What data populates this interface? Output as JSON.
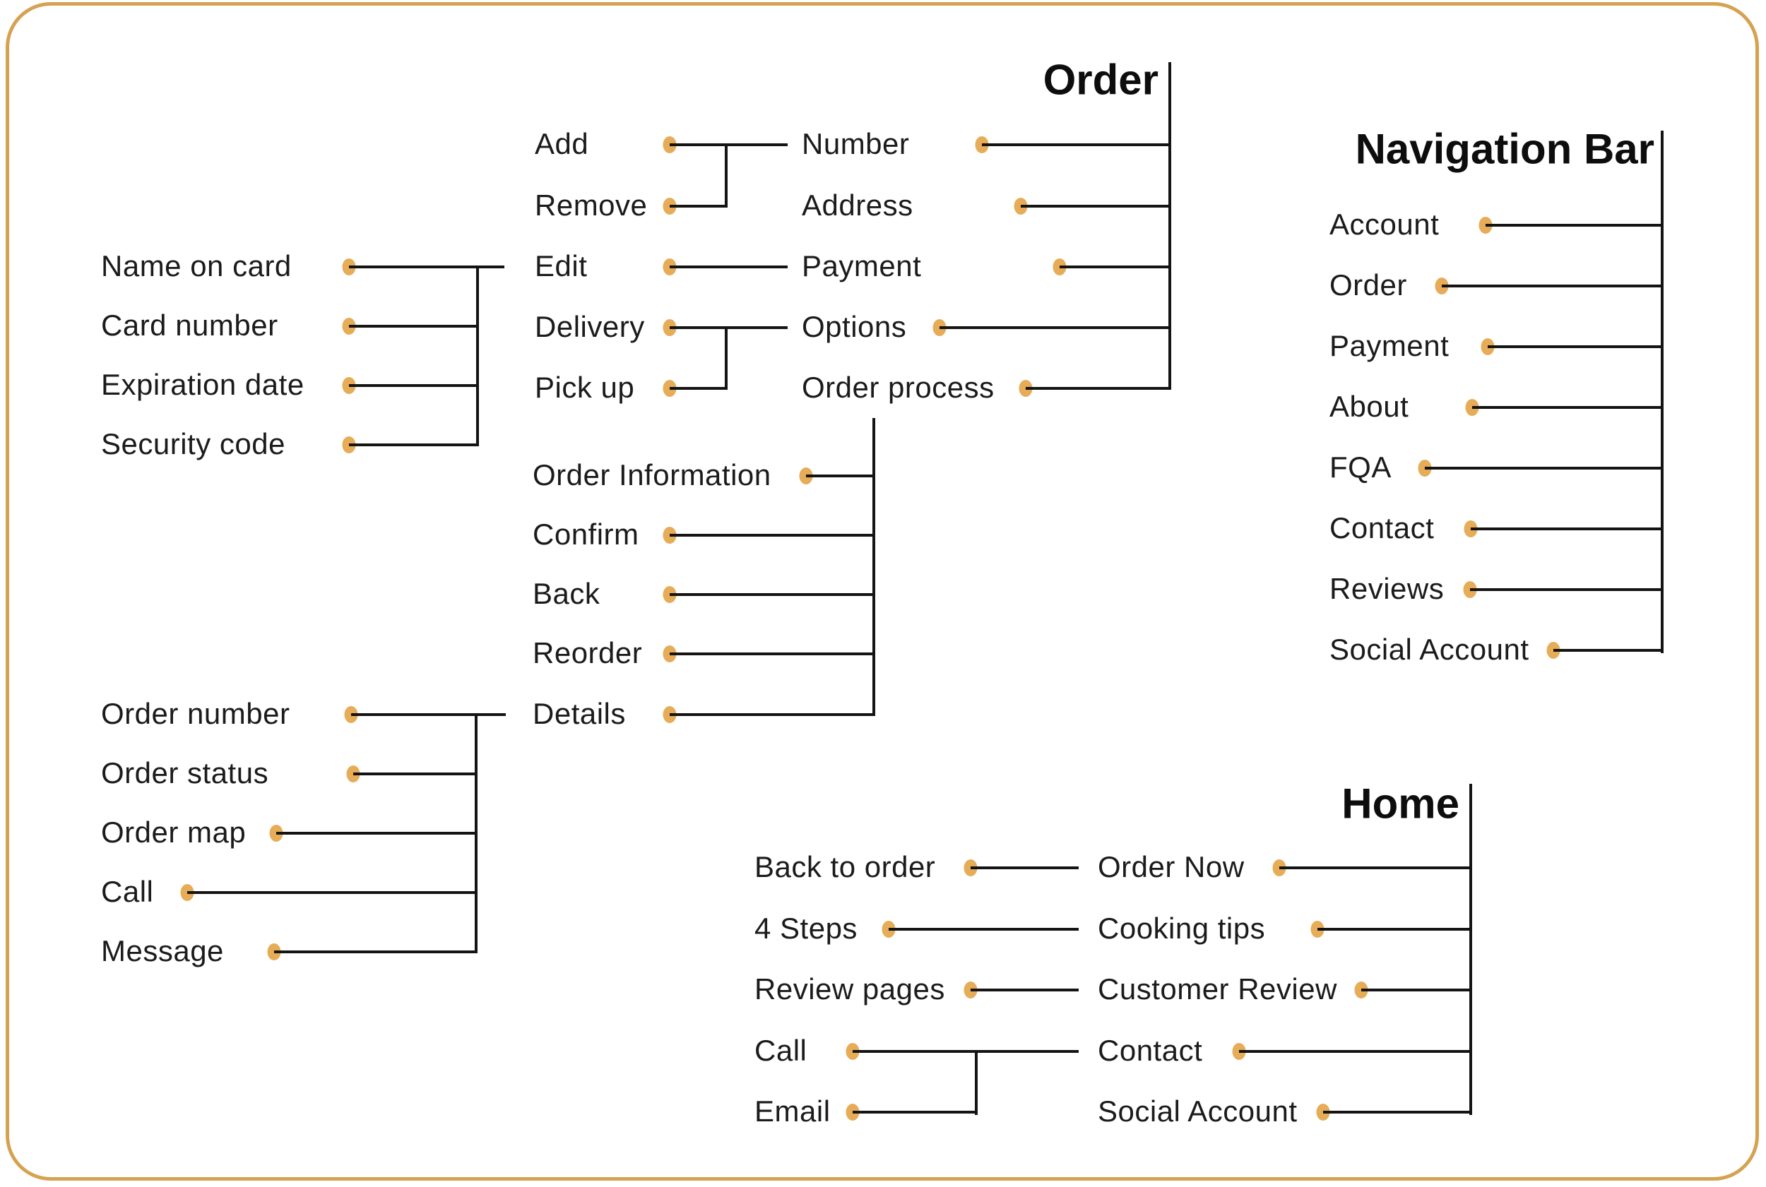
{
  "palette": {
    "background": "#ffffff",
    "border": "#D5A251",
    "dot": "#E6AC58",
    "line": "#141414",
    "text": "#1b1b1b"
  },
  "sections": {
    "order": {
      "title": "Order",
      "items": [
        "Number",
        "Address",
        "Payment",
        "Options",
        "Order process"
      ]
    },
    "order_actions": {
      "items": [
        "Add",
        "Remove",
        "Edit",
        "Delivery",
        "Pick up"
      ]
    },
    "card_fields": {
      "items": [
        "Name on card",
        "Card number",
        "Expiration date",
        "Security code"
      ]
    },
    "order_process": {
      "items": [
        "Order Information",
        "Confirm",
        "Back",
        "Reorder",
        "Details"
      ]
    },
    "order_details": {
      "items": [
        "Order number",
        "Order status",
        "Order map",
        "Call",
        "Message"
      ]
    },
    "navigation_bar": {
      "title": "Navigation Bar",
      "items": [
        "Account",
        "Order",
        "Payment",
        "About",
        "FQA",
        "Contact",
        "Reviews",
        "Social Account"
      ]
    },
    "home": {
      "title": "Home",
      "left_items": [
        "Back to order",
        "4 Steps",
        "Review pages",
        "Call",
        "Email"
      ],
      "right_items": [
        "Order Now",
        "Cooking tips",
        "Customer Review",
        "Contact",
        "Social Account"
      ]
    }
  }
}
